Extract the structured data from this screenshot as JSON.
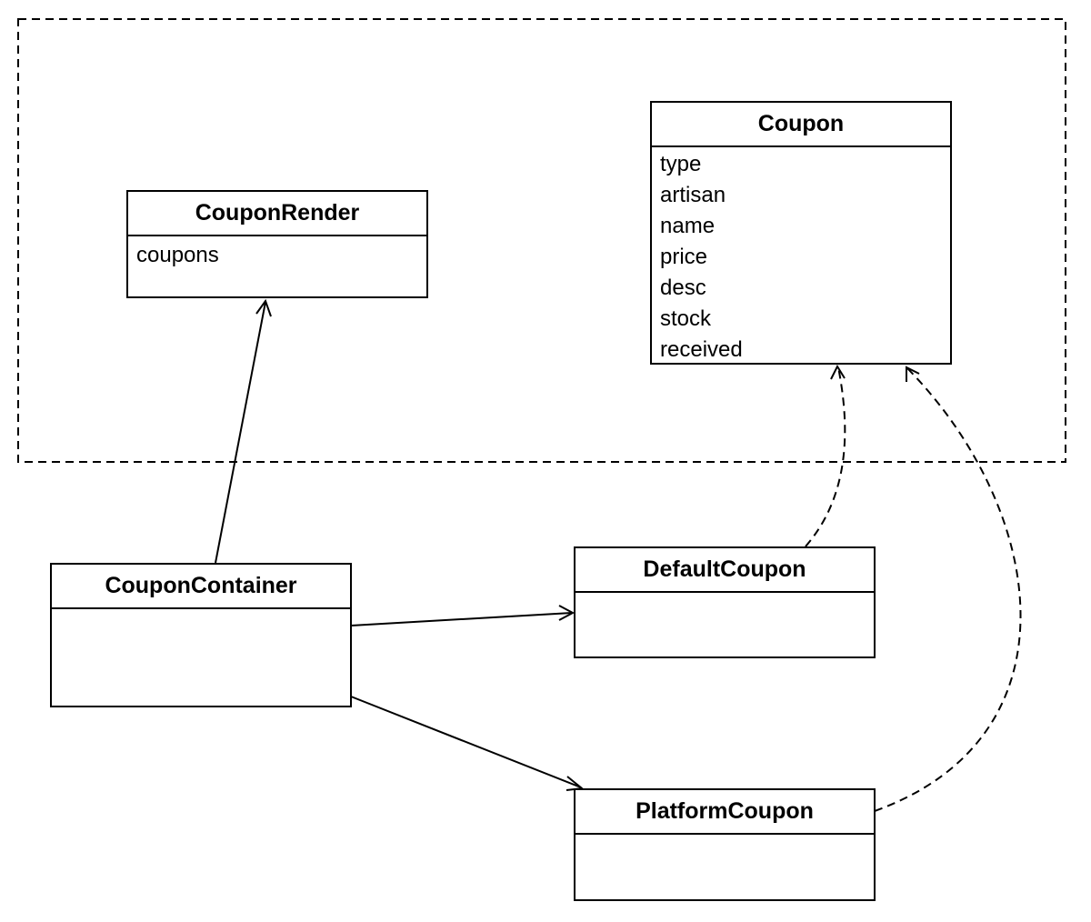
{
  "classes": {
    "coupon_render": {
      "name": "CouponRender",
      "attributes": [
        "coupons"
      ]
    },
    "coupon": {
      "name": "Coupon",
      "attributes": [
        "type",
        "artisan",
        "name",
        "price",
        "desc",
        "stock",
        "received"
      ]
    },
    "coupon_container": {
      "name": "CouponContainer",
      "attributes": []
    },
    "default_coupon": {
      "name": "DefaultCoupon",
      "attributes": []
    },
    "platform_coupon": {
      "name": "PlatformCoupon",
      "attributes": []
    }
  },
  "relations": [
    {
      "from": "CouponContainer",
      "to": "CouponRender",
      "kind": "association"
    },
    {
      "from": "CouponContainer",
      "to": "DefaultCoupon",
      "kind": "association"
    },
    {
      "from": "CouponContainer",
      "to": "PlatformCoupon",
      "kind": "association"
    },
    {
      "from": "DefaultCoupon",
      "to": "Coupon",
      "kind": "dependency"
    },
    {
      "from": "PlatformCoupon",
      "to": "Coupon",
      "kind": "dependency"
    }
  ]
}
